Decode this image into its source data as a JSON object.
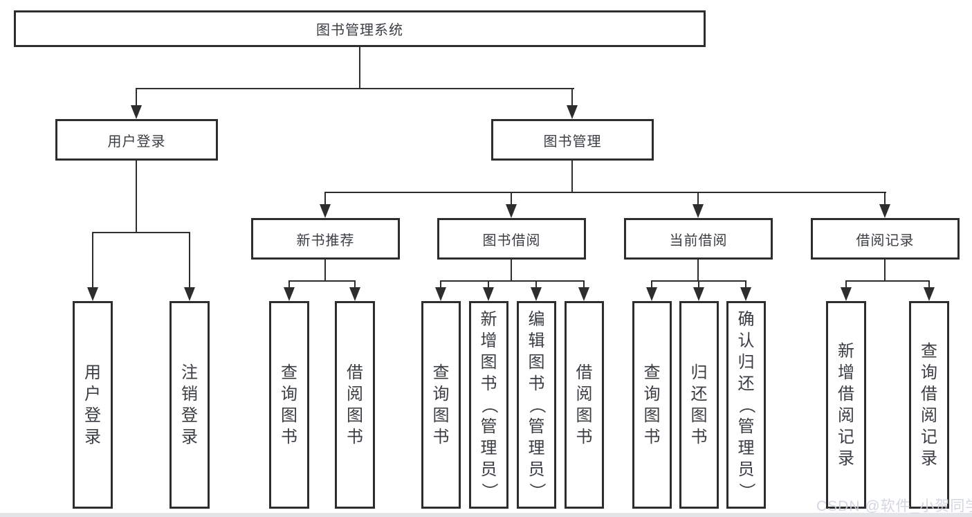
{
  "nodes": {
    "root": "图书管理系统",
    "user_login": "用户登录",
    "book_mgmt": "图书管理",
    "new_book": "新书推荐",
    "book_borrow": "图书借阅",
    "current_borrow": "当前借阅",
    "borrow_record": "借阅记录"
  },
  "leaves": {
    "user_login": [
      "用户登录",
      "注销登录"
    ],
    "new_book": [
      "查询图书",
      "借阅图书"
    ],
    "book_borrow": [
      "查询图书",
      "新增图书（管理员）",
      "编辑图书（管理员）",
      "借阅图书"
    ],
    "current_borrow": [
      "查询图书",
      "归还图书",
      "确认归还（管理员）"
    ],
    "borrow_record": [
      "新增借阅记录",
      "查询借阅记录"
    ]
  },
  "watermark": "CSDN @软件_小贺同学",
  "colors": {
    "line": "#2d2d2d",
    "text": "#3a3e42",
    "watermark": "#ced3db"
  }
}
